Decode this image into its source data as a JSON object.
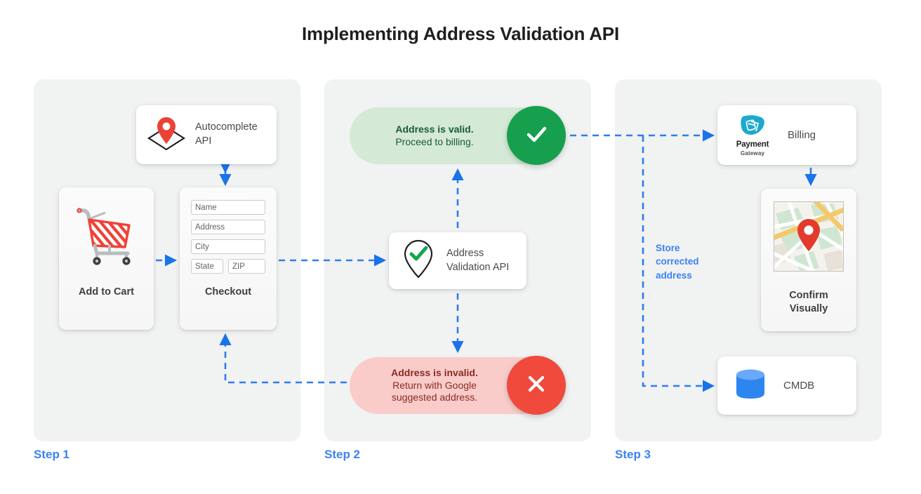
{
  "page": {
    "title": "Implementing Address Validation API",
    "background": "#ffffff",
    "accent_blue": "#3b82f6"
  },
  "steps": [
    {
      "id": "step-1",
      "label": "Step 1"
    },
    {
      "id": "step-2",
      "label": "Step 2"
    },
    {
      "id": "step-3",
      "label": "Step 3"
    }
  ],
  "step1": {
    "autocomplete_card": {
      "icon": "map-pin-on-diamond-icon",
      "label_line1": "Autocomplete",
      "label_line2": "API"
    },
    "cart_card": {
      "icon": "shopping-cart-icon",
      "caption": "Add to Cart"
    },
    "checkout_card": {
      "caption": "Checkout",
      "fields": [
        {
          "name": "name-field",
          "placeholder": "Name"
        },
        {
          "name": "address-field",
          "placeholder": "Address"
        },
        {
          "name": "city-field",
          "placeholder": "City"
        },
        {
          "name": "state-field",
          "placeholder": "State"
        },
        {
          "name": "zip-field",
          "placeholder": "ZIP"
        }
      ]
    }
  },
  "step2": {
    "valid_pill": {
      "headline": "Address is valid.",
      "body": "Proceed to billing.",
      "status": "valid",
      "icon": "check-icon",
      "bg": "#d4e9d6",
      "circle_color": "#16a04e",
      "text_color": "#185c37"
    },
    "validation_card": {
      "icon": "map-pin-check-icon",
      "label_line1": "Address",
      "label_line2": "Validation API"
    },
    "invalid_pill": {
      "headline": "Address is invalid.",
      "body_line1": "Return with Google",
      "body_line2": "suggested address.",
      "status": "invalid",
      "icon": "close-icon",
      "bg": "#f9ccca",
      "circle_color": "#ef4a3c",
      "text_color": "#8a2a22"
    }
  },
  "step3": {
    "billing_card": {
      "icon": "payment-gateway-logo-icon",
      "logo_name": "Payment",
      "logo_sub": "Gateway",
      "label": "Billing"
    },
    "confirm_card": {
      "icon": "map-thumbnail-icon",
      "caption_line1": "Confirm",
      "caption_line2": "Visually"
    },
    "cmdb_card": {
      "icon": "database-cylinder-icon",
      "label": "CMDB"
    },
    "store_connector_label_line1": "Store",
    "store_connector_label_line2": "corrected",
    "store_connector_label_line3": "address"
  }
}
